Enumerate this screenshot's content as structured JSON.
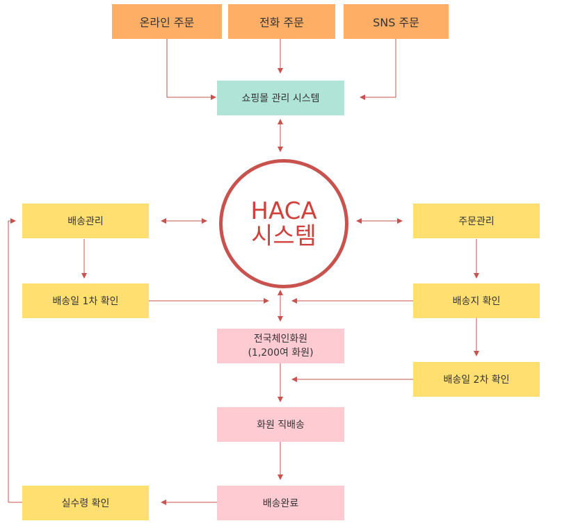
{
  "colors": {
    "order": "#FFAE66",
    "system": "#B0E4D6",
    "process": "#FFDF70",
    "member": "#FECBD2",
    "arrow": "#C8524D",
    "hub": "#D1403B"
  },
  "orders": {
    "online": "온라인 주문",
    "phone": "전화 주문",
    "sns": "SNS 주문"
  },
  "shop_system": "쇼핑몰 관리 시스템",
  "hub": {
    "line1": "HACA",
    "line2": "시스템"
  },
  "left": {
    "delivery_mgmt": "배송관리",
    "first_check": "배송일 1차 확인",
    "receipt_check": "실수령 확인"
  },
  "right": {
    "order_mgmt": "주문관리",
    "address_check": "배송지 확인",
    "second_check": "배송일 2차 확인"
  },
  "center": {
    "members_line1": "전국체인화원",
    "members_line2": "(1,200여 화원)",
    "direct_delivery": "화원 직배송",
    "delivery_done": "배송완료"
  }
}
